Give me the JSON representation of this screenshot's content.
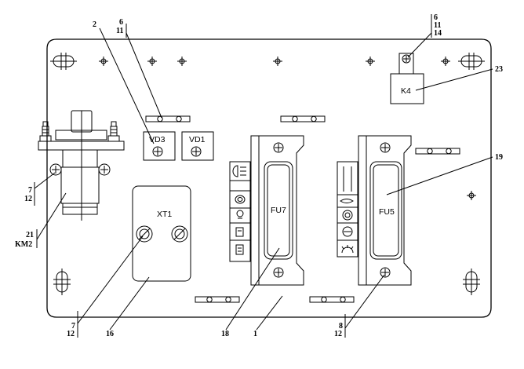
{
  "components": {
    "vd3": "VD3",
    "vd1": "VD1",
    "k4": "K4",
    "xt1": "XT1",
    "fu7": "FU7",
    "fu5": "FU5"
  },
  "callouts": {
    "c2": "2",
    "c6_top": "6",
    "c11_top": "11",
    "c6_right": "6",
    "c11_right": "11",
    "c14_right": "14",
    "c23": "23",
    "c19": "19",
    "c7_left": "7",
    "c12_left": "12",
    "c21": "21",
    "ckm2": "KM2",
    "c7_bottom": "7",
    "c12_bottom": "12",
    "c16": "16",
    "c18": "18",
    "c1": "1",
    "c8_bottom": "8",
    "c12_bottom_right": "12"
  }
}
